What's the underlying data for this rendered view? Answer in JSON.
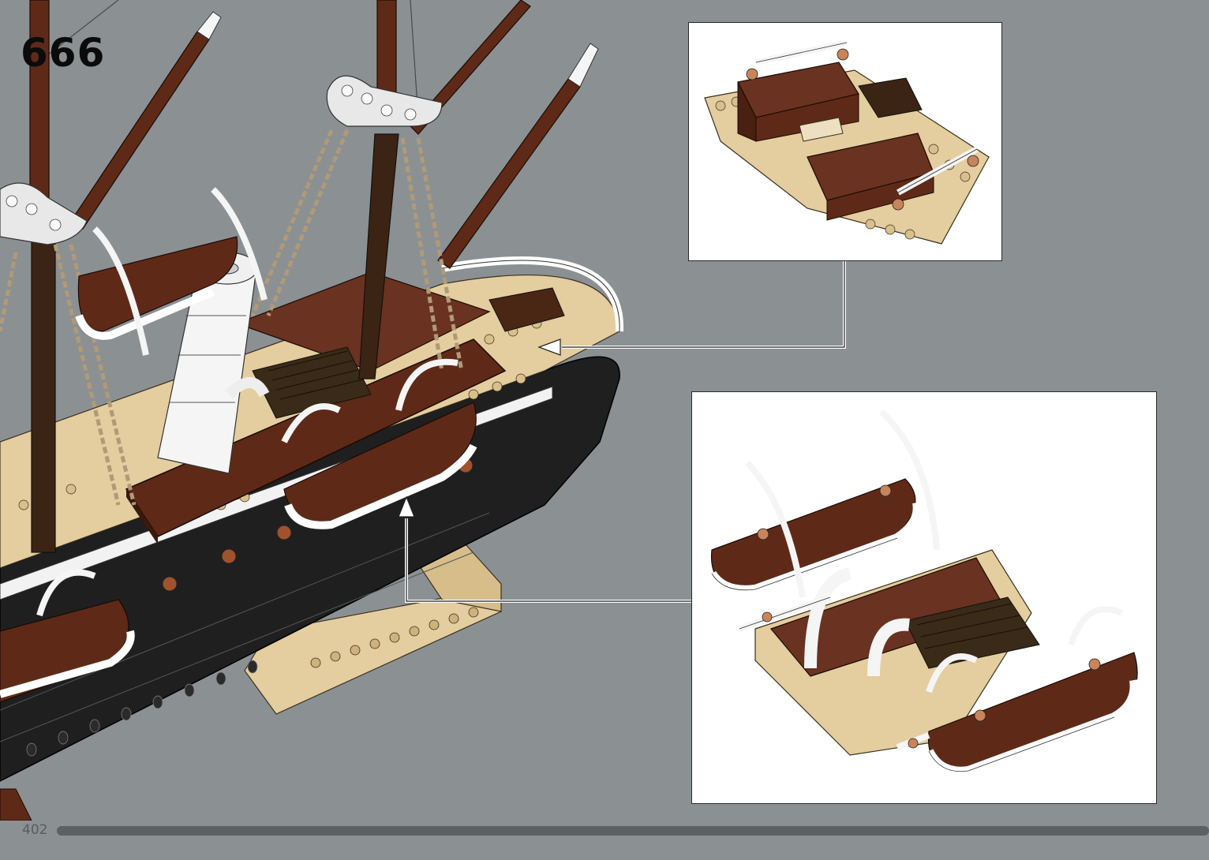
{
  "step": {
    "number": "666"
  },
  "page": {
    "number": "402"
  },
  "colors": {
    "background": "#8b9093",
    "reddish_brown": "#5e2a17",
    "tan": "#e4cd9e",
    "white": "#ffffff",
    "black": "#1e1e1e",
    "dark_brown": "#3b2414",
    "light_nougat": "#d99a76"
  },
  "callouts": [
    {
      "id": "callout-1",
      "content": "deck-submodel-with-rails"
    },
    {
      "id": "callout-2",
      "content": "lifeboat-deck-submodel"
    }
  ]
}
